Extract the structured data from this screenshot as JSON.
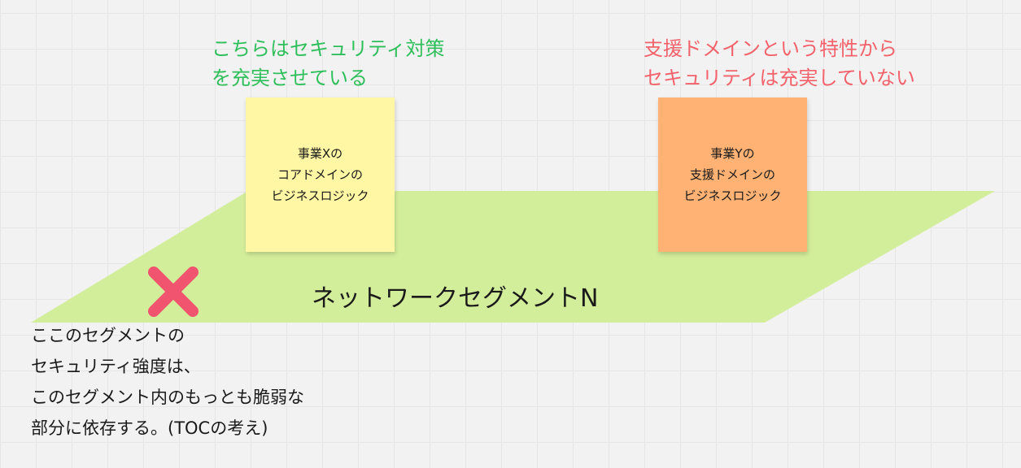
{
  "segment": {
    "label": "ネットワークセグメントN",
    "fill_color": "#d3ee9b"
  },
  "captions": {
    "x_lines": [
      "こちらはセキュリティ対策",
      "を充実させている"
    ],
    "x_color": "#2fbf5a",
    "y_lines": [
      "支援ドメインという特性から",
      "セキュリティは充実していない"
    ],
    "y_color": "#f3616b"
  },
  "stickies": {
    "x_lines": [
      "事業Xの",
      "コアドメインの",
      "ビジネスロジック"
    ],
    "x_color": "#fff7a3",
    "y_lines": [
      "事業Yの",
      "支援ドメインの",
      "ビジネスロジック"
    ],
    "y_color": "#ffb273"
  },
  "cross": {
    "icon": "cross-mark-icon",
    "color": "#f0546f"
  },
  "note": {
    "lines": [
      "ここのセグメントの",
      "セキュリティ強度は、",
      "このセグメント内のもっとも脆弱な",
      "部分に依存する。(TOCの考え)"
    ]
  }
}
